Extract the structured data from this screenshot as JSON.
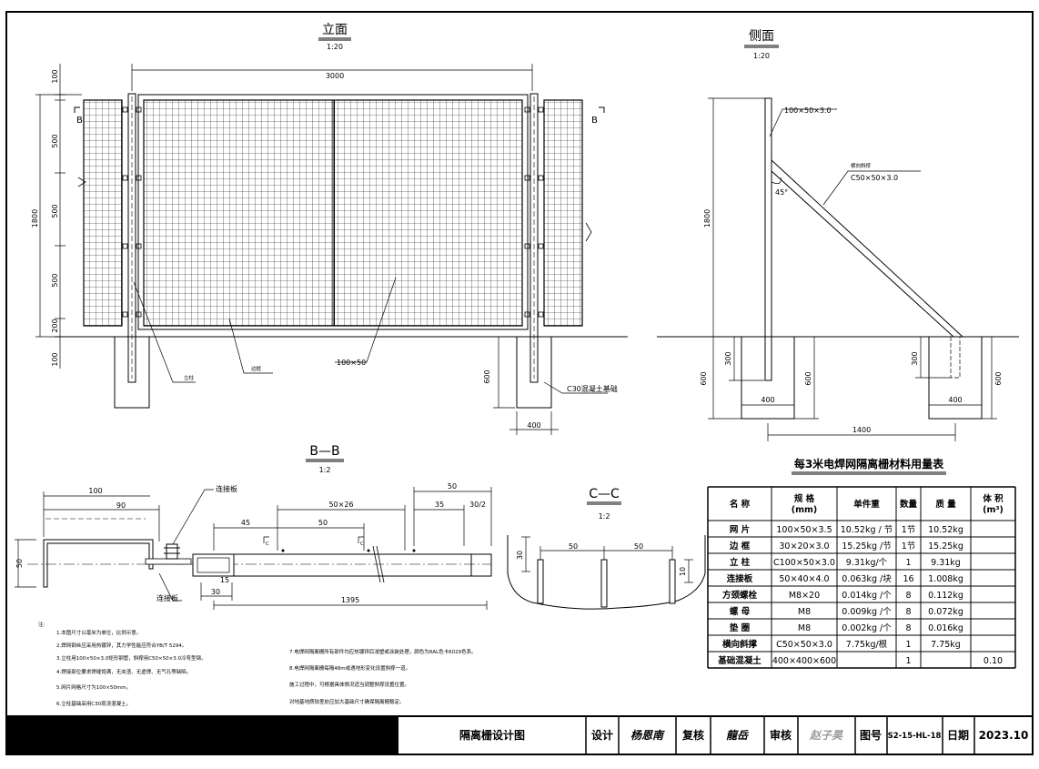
{
  "elevation": {
    "title": "立面",
    "scale": "1:20",
    "width_dim": "3000",
    "left_dims": [
      "100",
      "500",
      "500",
      "500",
      "200",
      "100"
    ],
    "total_h": "1800",
    "sec_mark_left": "B",
    "sec_mark_right": "B",
    "label_post": "立柱",
    "label_frame": "边框",
    "label_mesh": "100×50",
    "label_found": "C30混凝土基础",
    "found_depth": "600",
    "found_width": "400"
  },
  "side": {
    "title": "侧面",
    "scale": "1:20",
    "post_spec": "100×50×3.0",
    "brace_name": "横向斜撑",
    "brace_spec": "C50×50×3.0",
    "angle": "45°",
    "height": "1800",
    "embed_left": "300",
    "found_left": "600",
    "found_w_left": "400",
    "depth_mid": "600",
    "embed_right": "300",
    "found_w_right": "400",
    "found_right": "600",
    "span": "1400"
  },
  "sec_bb": {
    "title": "B—B",
    "scale": "1:2",
    "d100": "100",
    "d90": "90",
    "d50a": "50",
    "d35": "35",
    "d30_2": "30/2",
    "d50x26": "50×26",
    "d45": "45",
    "d50b": "50",
    "d50c": "50",
    "d15": "15",
    "d30": "30",
    "d1395": "1395",
    "c_l": "C",
    "c_r": "C",
    "label_plate_top": "连接板",
    "label_plate_bottom": "连接板"
  },
  "sec_cc": {
    "title": "C—C",
    "scale": "1:2",
    "d50a": "50",
    "d50b": "50",
    "d30": "30",
    "d10": "10"
  },
  "notes": {
    "head": "注:",
    "items": [
      "1.本图尺寸以毫米为单位，比例示意。",
      "2.焊网钢丝应采用热镀锌，其力学性能应符合YB/T 5294。",
      "3.立柱用100×50×3.0矩形钢管，斜撑用C50×50×3.0冷弯型钢。",
      "4.焊接部位要求焊缝饱满，无夹渣、无虚焊、无气孔等缺陷。",
      "5.网片网格尺寸为100×50mm。",
      "6.立柱基础采用C30现浇混凝土。"
    ],
    "items_right": [
      "7.电焊网隔离栅所有部件均应热镀锌后浸塑或涂装处理，颜色为RAL色卡6029色系。",
      "8.电焊网隔离栅每隔48m或遇地形变化设置斜撑一道。",
      "  施工过程中，可根据具体情况适当调整斜撑设置位置。",
      "  对地基地质较差处应加大基础尺寸确保隔离栅稳定。"
    ]
  },
  "table": {
    "title": "每3米电焊网隔离栅材料用量表",
    "headers": [
      "名 称",
      "规 格\n(mm)",
      "单件重",
      "数量",
      "质 量",
      "体 积\n(m³)"
    ],
    "rows": [
      [
        "网 片",
        "100×50×3.5",
        "10.52kg / 节",
        "1节",
        "10.52kg",
        ""
      ],
      [
        "边 框",
        "30×20×3.0",
        "15.25kg /节",
        "1节",
        "15.25kg",
        ""
      ],
      [
        "立 柱",
        "C100×50×3.0",
        "9.31kg/个",
        "1",
        "9.31kg",
        ""
      ],
      [
        "连接板",
        "50×40×4.0",
        "0.063kg /块",
        "16",
        "1.008kg",
        ""
      ],
      [
        "方颈螺栓",
        "M8×20",
        "0.014kg /个",
        "8",
        "0.112kg",
        ""
      ],
      [
        "螺 母",
        "M8",
        "0.009kg /个",
        "8",
        "0.072kg",
        ""
      ],
      [
        "垫 圈",
        "M8",
        "0.002kg /个",
        "8",
        "0.016kg",
        ""
      ],
      [
        "横向斜撑",
        "C50×50×3.0",
        "7.75kg/根",
        "1",
        "7.75kg",
        ""
      ],
      [
        "基础混凝土",
        "400×400×600",
        "",
        "1",
        "",
        "0.10"
      ]
    ]
  },
  "title_block": {
    "drawing_name": "隔离栅设计图",
    "design_label": "设计",
    "design_sig": "杨恩南",
    "check_label": "复核",
    "check_sig": "龍岳",
    "review_label": "审核",
    "review_sig": "赵子昊",
    "num_label": "图号",
    "num": "S2-15-HL-18",
    "date_label": "日期",
    "date": "2023.10"
  }
}
